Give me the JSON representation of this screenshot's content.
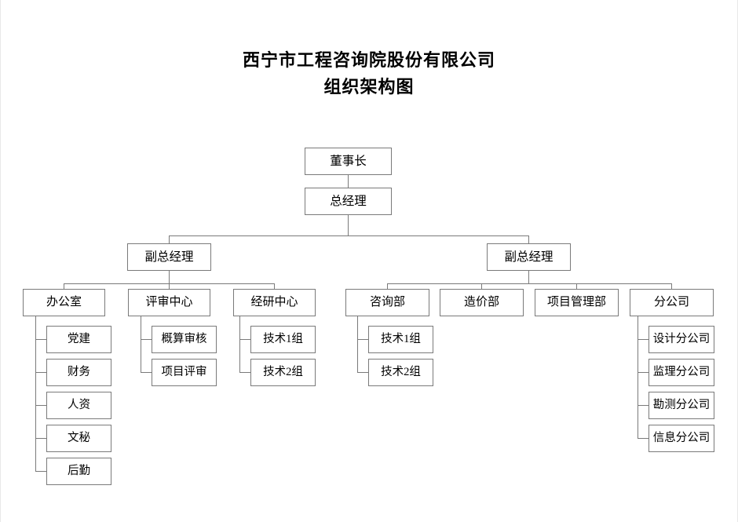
{
  "document": {
    "title_line1": "西宁市工程咨询院股份有限公司",
    "title_line2": "组织架构图",
    "background_color": "#ffffff",
    "line_color": "#7a7a7a",
    "text_color": "#000000"
  },
  "chart_data": {
    "type": "diagram",
    "subtype": "organization-chart",
    "title": "西宁市工程咨询院股份有限公司 组织架构图",
    "orientation": "top-down",
    "levels": 5,
    "nodes": {
      "chairman": "董事长",
      "general_manager": "总经理",
      "deputy_left": "副总经理",
      "deputy_right": "副总经理",
      "office": "办公室",
      "review_center": "评审中心",
      "research_center": "经研中心",
      "consulting_dept": "咨询部",
      "cost_dept": "造价部",
      "project_mgmt_dept": "项目管理部",
      "branch_company": "分公司",
      "office_children": [
        "党建",
        "财务",
        "人资",
        "文秘",
        "后勤"
      ],
      "review_center_children": [
        "概算审核",
        "项目评审"
      ],
      "research_center_children": [
        "技术1组",
        "技术2组"
      ],
      "consulting_dept_children": [
        "技术1组",
        "技术2组"
      ],
      "cost_dept_children": [],
      "project_mgmt_dept_children": [],
      "branch_company_children": [
        "设计分公司",
        "监理分公司",
        "勘测分公司",
        "信息分公司"
      ]
    },
    "edges": [
      [
        "董事长",
        "总经理"
      ],
      [
        "总经理",
        "副总经理(左)"
      ],
      [
        "总经理",
        "副总经理(右)"
      ],
      [
        "副总经理(左)",
        "办公室"
      ],
      [
        "副总经理(左)",
        "评审中心"
      ],
      [
        "副总经理(左)",
        "经研中心"
      ],
      [
        "副总经理(右)",
        "咨询部"
      ],
      [
        "副总经理(右)",
        "造价部"
      ],
      [
        "副总经理(右)",
        "项目管理部"
      ],
      [
        "副总经理(右)",
        "分公司"
      ],
      [
        "办公室",
        "党建"
      ],
      [
        "办公室",
        "财务"
      ],
      [
        "办公室",
        "人资"
      ],
      [
        "办公室",
        "文秘"
      ],
      [
        "办公室",
        "后勤"
      ],
      [
        "评审中心",
        "概算审核"
      ],
      [
        "评审中心",
        "项目评审"
      ],
      [
        "经研中心",
        "技术1组"
      ],
      [
        "经研中心",
        "技术2组"
      ],
      [
        "咨询部",
        "技术1组"
      ],
      [
        "咨询部",
        "技术2组"
      ],
      [
        "分公司",
        "设计分公司"
      ],
      [
        "分公司",
        "监理分公司"
      ],
      [
        "分公司",
        "勘测分公司"
      ],
      [
        "分公司",
        "信息分公司"
      ]
    ]
  }
}
